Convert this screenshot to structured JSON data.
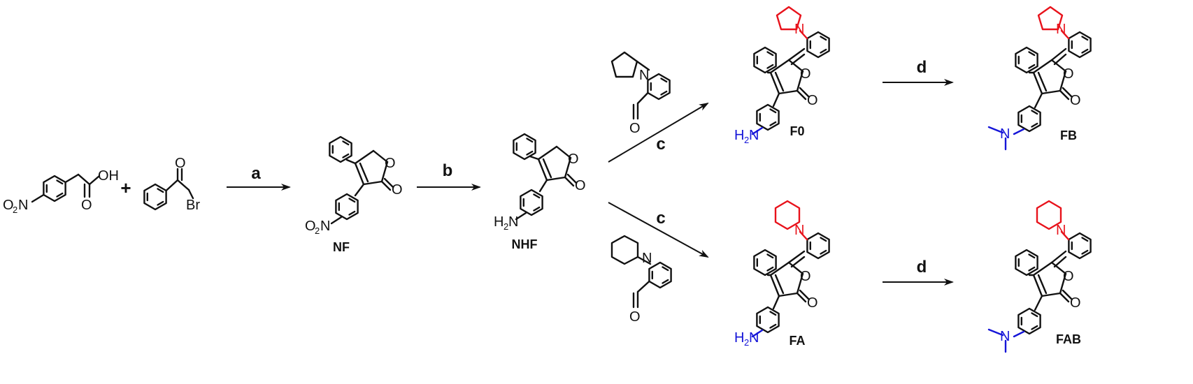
{
  "scheme": {
    "step_labels": {
      "a": "a",
      "b": "b",
      "c1": "c",
      "c2": "c",
      "d1": "d",
      "d2": "d"
    },
    "plus": "+",
    "compounds": {
      "NF": "NF",
      "NHF": "NHF",
      "F0": "F0",
      "FB": "FB",
      "FA": "FA",
      "FAB": "FAB"
    },
    "atoms": {
      "O": "O",
      "OH": "OH",
      "Br": "Br",
      "N": "N",
      "NH2_H": "H",
      "NH2_sub": "2",
      "NH2_N": "N",
      "NO2_O": "O",
      "NO2_sub": "2",
      "NO2_N": "N"
    },
    "colors": {
      "amine": "#1515d8",
      "cyclic_amine": "#e8121b",
      "ink": "#111111"
    }
  }
}
